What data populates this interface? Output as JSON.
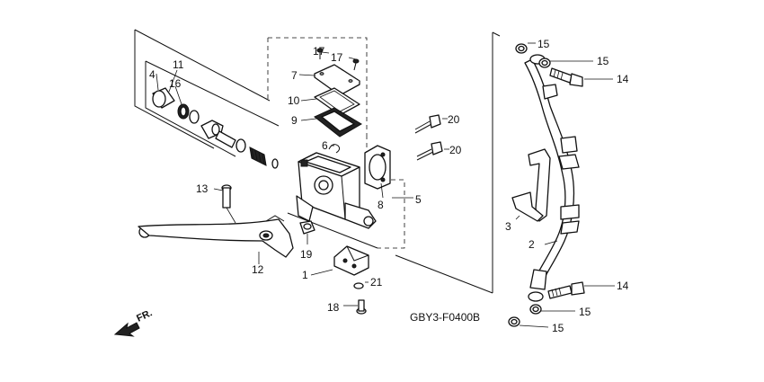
{
  "diagram_code": "GBY3-F0400B",
  "direction_label": "FR.",
  "callouts": {
    "c1": "1",
    "c2": "2",
    "c3": "3",
    "c4": "4",
    "c5": "5",
    "c6": "6",
    "c7": "7",
    "c8": "8",
    "c9": "9",
    "c10": "10",
    "c11": "11",
    "c12": "12",
    "c13": "13",
    "c14a": "14",
    "c14b": "14",
    "c15a": "15",
    "c15b": "15",
    "c15c": "15",
    "c15d": "15",
    "c16": "16",
    "c17a": "17",
    "c17b": "17",
    "c18": "18",
    "c19": "19",
    "c20a": "20",
    "c20b": "20",
    "c21": "21"
  },
  "icons": [
    "front-direction-arrow-icon"
  ]
}
